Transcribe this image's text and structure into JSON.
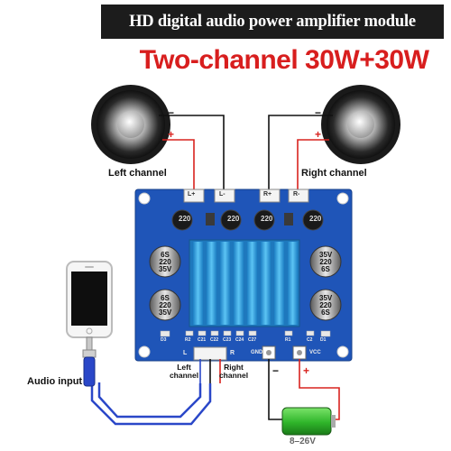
{
  "title": "HD digital audio power amplifier module",
  "subtitle": "Two-channel 30W+30W",
  "labels": {
    "left_channel": "Left channel",
    "right_channel": "Right channel",
    "audio_input": "Audio input",
    "pcb_left_channel_1": "Left",
    "pcb_left_channel_2": "channel",
    "pcb_right_channel_1": "Right",
    "pcb_right_channel_2": "channel",
    "voltage": "8–26V",
    "plus": "+",
    "minus": "−"
  },
  "board": {
    "cap_small_text": "220",
    "cap_big_top": "6S",
    "cap_big_mid": "220",
    "cap_big_bot": "35V",
    "silk": [
      "L+",
      "L-",
      "R+",
      "R-",
      "GND",
      "VCC",
      "C21",
      "C22",
      "C23",
      "C24",
      "C27",
      "R2",
      "R1",
      "D3",
      "D1",
      "C2",
      "L",
      "R"
    ]
  },
  "colors": {
    "pcb": "#1f55b8",
    "heatsink": "#3aa8e6",
    "wire_red": "#d8231f",
    "wire_black": "#111111",
    "battery_green": "#36c62e",
    "cable_blue": "#2a47c8"
  }
}
